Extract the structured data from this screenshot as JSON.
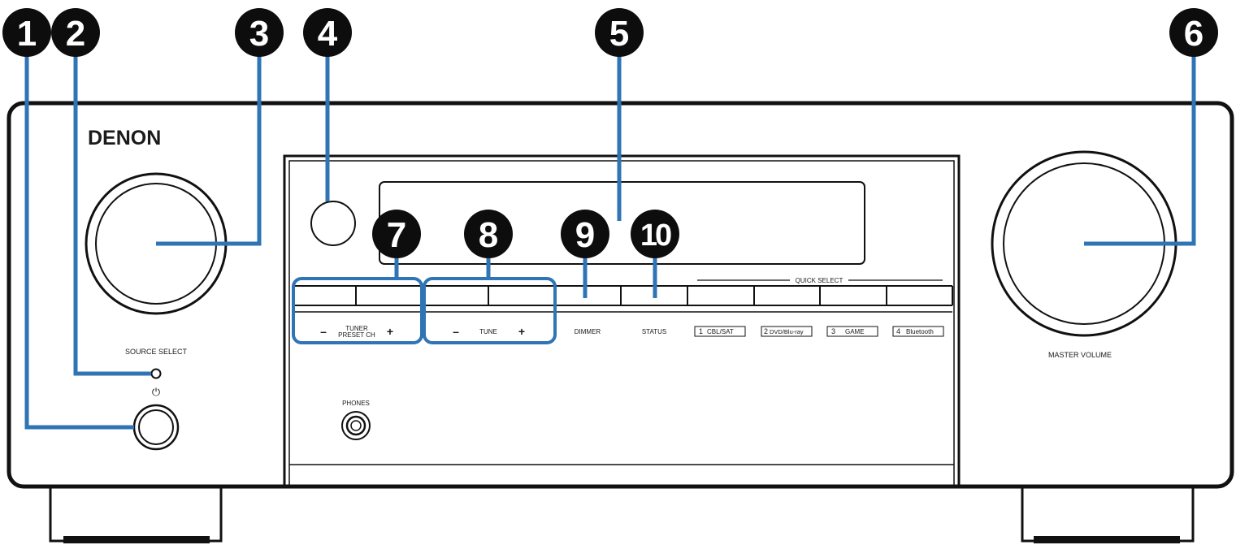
{
  "brand": "DENON",
  "labels": {
    "source_select": "SOURCE SELECT",
    "master_volume": "MASTER VOLUME",
    "phones": "PHONES",
    "tuner_line1": "TUNER",
    "tuner_line2": "PRESET CH",
    "tune": "TUNE",
    "dimmer": "DIMMER",
    "status": "STATUS",
    "quick_select": "QUICK SELECT",
    "minus": "–",
    "plus": "+",
    "power_symbol": "⏻"
  },
  "quick_select": [
    {
      "num": "1",
      "name": "CBL/SAT"
    },
    {
      "num": "2",
      "name": "DVD/Blu-ray"
    },
    {
      "num": "3",
      "name": "GAME"
    },
    {
      "num": "4",
      "name": "Bluetooth"
    }
  ],
  "callouts": [
    "1",
    "2",
    "3",
    "4",
    "5",
    "6",
    "7",
    "8",
    "9",
    "10"
  ],
  "colors": {
    "callout_line": "#2f74b5",
    "marker_fill": "#0d0d0d",
    "outline": "#111111"
  }
}
